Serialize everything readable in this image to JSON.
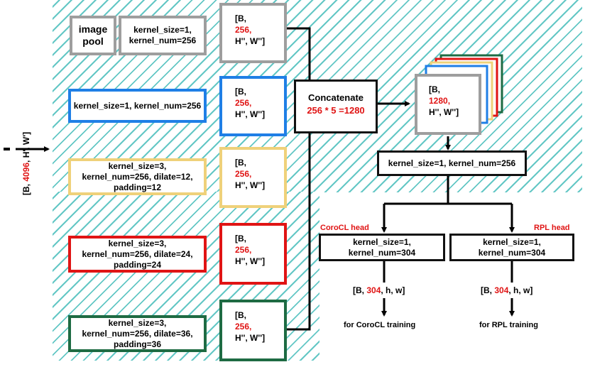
{
  "colors": {
    "hatch": "#63c7c5",
    "red_accent": "#e01414",
    "pool_border": "#9e9e9e",
    "branch1_border": "#1f7fe6",
    "branch2_border": "#efd17a",
    "branch3_border": "#e01414",
    "branch4_border": "#1e6b43"
  },
  "input": {
    "open": "[B, ",
    "num": "4096",
    "rest": ", H', W']"
  },
  "pool": {
    "image_pool": "image pool",
    "conv": "kernel_size=1, kernel_num=256",
    "shape_open": "[B,",
    "shape_num": "256,",
    "shape_rest": "H'', W'']"
  },
  "branches": [
    {
      "conv": "kernel_size=1, kernel_num=256",
      "shape_open": "[B,",
      "shape_num": "256,",
      "shape_rest": "H'', W'']"
    },
    {
      "conv": "kernel_size=3, kernel_num=256, dilate=12, padding=12",
      "shape_open": "[B,",
      "shape_num": "256,",
      "shape_rest": "H'', W'']"
    },
    {
      "conv": "kernel_size=3, kernel_num=256, dilate=24, padding=24",
      "shape_open": "[B,",
      "shape_num": "256,",
      "shape_rest": "H'', W'']"
    },
    {
      "conv": "kernel_size=3, kernel_num=256, dilate=36, padding=36",
      "shape_open": "[B,",
      "shape_num": "256,",
      "shape_rest": "H'', W'']"
    }
  ],
  "concat": {
    "title": "Concatenate",
    "formula": "256 * 5 =1280"
  },
  "stacked": {
    "shape_open": "[B,",
    "shape_num": "1280,",
    "shape_rest": "H'', W'']"
  },
  "fuse_conv": "kernel_size=1, kernel_num=256",
  "heads": {
    "coro_label": "CoroCL head",
    "rpl_label": "RPL head",
    "coro_conv": "kernel_size=1, kernel_num=304",
    "rpl_conv": "kernel_size=1, kernel_num=304",
    "coro_out_open": "[B, ",
    "coro_out_num": "304",
    "coro_out_rest": ", h, w]",
    "rpl_out_open": "[B, ",
    "rpl_out_num": "304",
    "rpl_out_rest": ", h, w]",
    "coro_train": "for CoroCL training",
    "rpl_train": "for RPL training"
  }
}
